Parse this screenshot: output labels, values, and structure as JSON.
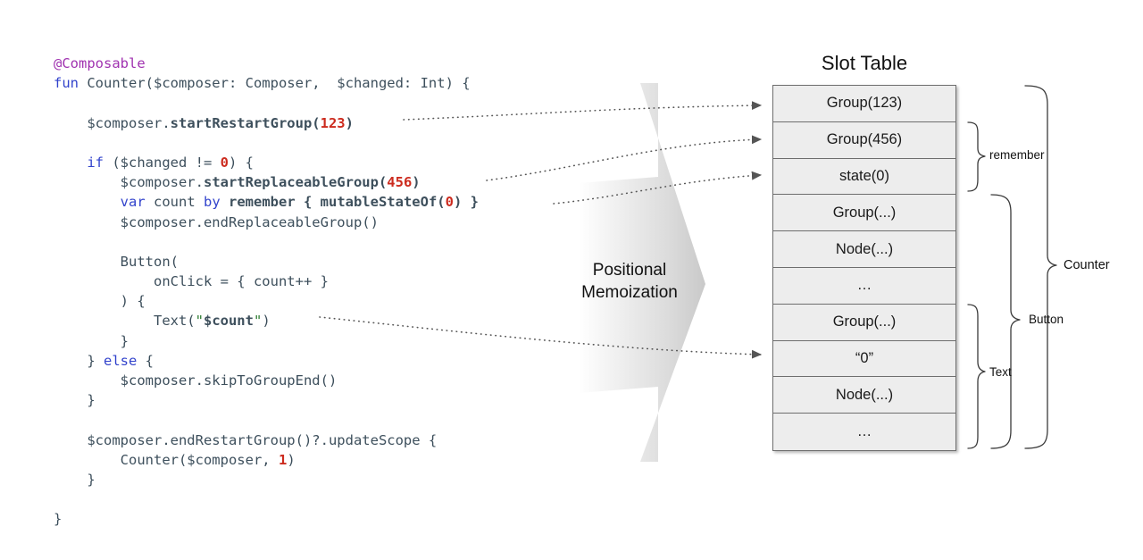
{
  "code": {
    "language": "kotlin",
    "lines": [
      [
        {
          "t": "@Composable",
          "c": "ann"
        }
      ],
      [
        {
          "t": "fun ",
          "c": "kw"
        },
        {
          "t": "Counter($composer: Composer,  $changed: Int) {",
          "c": "plain"
        }
      ],
      [
        {
          "t": "",
          "c": "plain"
        }
      ],
      [
        {
          "t": "    $composer.",
          "c": "plain"
        },
        {
          "t": "startRestartGroup(",
          "c": "fn"
        },
        {
          "t": "123",
          "c": "num"
        },
        {
          "t": ")",
          "c": "fn"
        }
      ],
      [
        {
          "t": "",
          "c": "plain"
        }
      ],
      [
        {
          "t": "    ",
          "c": "plain"
        },
        {
          "t": "if",
          "c": "kw"
        },
        {
          "t": " ($changed != ",
          "c": "plain"
        },
        {
          "t": "0",
          "c": "num"
        },
        {
          "t": ") {",
          "c": "plain"
        }
      ],
      [
        {
          "t": "        $composer.",
          "c": "plain"
        },
        {
          "t": "startReplaceableGroup(",
          "c": "fn"
        },
        {
          "t": "456",
          "c": "num"
        },
        {
          "t": ")",
          "c": "fn"
        }
      ],
      [
        {
          "t": "        ",
          "c": "plain"
        },
        {
          "t": "var",
          "c": "kw"
        },
        {
          "t": " count ",
          "c": "plain"
        },
        {
          "t": "by",
          "c": "kw"
        },
        {
          "t": " ",
          "c": "plain"
        },
        {
          "t": "remember { mutableStateOf(",
          "c": "fn"
        },
        {
          "t": "0",
          "c": "num"
        },
        {
          "t": ") }",
          "c": "fn"
        }
      ],
      [
        {
          "t": "        $composer.endReplaceableGroup()",
          "c": "plain"
        }
      ],
      [
        {
          "t": "",
          "c": "plain"
        }
      ],
      [
        {
          "t": "        Button(",
          "c": "plain"
        }
      ],
      [
        {
          "t": "            onClick = { count++ }",
          "c": "plain"
        }
      ],
      [
        {
          "t": "        ) {",
          "c": "plain"
        }
      ],
      [
        {
          "t": "            Text(",
          "c": "plain"
        },
        {
          "t": "\"",
          "c": "str"
        },
        {
          "t": "$count",
          "c": "strb"
        },
        {
          "t": "\"",
          "c": "str"
        },
        {
          "t": ")",
          "c": "plain"
        }
      ],
      [
        {
          "t": "        }",
          "c": "plain"
        }
      ],
      [
        {
          "t": "    } ",
          "c": "plain"
        },
        {
          "t": "else",
          "c": "kw"
        },
        {
          "t": " {",
          "c": "plain"
        }
      ],
      [
        {
          "t": "        $composer.skipToGroupEnd()",
          "c": "plain"
        }
      ],
      [
        {
          "t": "    }",
          "c": "plain"
        }
      ],
      [
        {
          "t": "",
          "c": "plain"
        }
      ],
      [
        {
          "t": "    $composer.endRestartGroup()?.updateScope {",
          "c": "plain"
        }
      ],
      [
        {
          "t": "        Counter($composer, ",
          "c": "plain"
        },
        {
          "t": "1",
          "c": "num"
        },
        {
          "t": ")",
          "c": "plain"
        }
      ],
      [
        {
          "t": "    }",
          "c": "plain"
        }
      ],
      [
        {
          "t": "",
          "c": "plain"
        }
      ],
      [
        {
          "t": "}",
          "c": "plain"
        }
      ]
    ]
  },
  "arrow": {
    "label_line1": "Positional",
    "label_line2": "Memoization"
  },
  "slot_table": {
    "title": "Slot Table",
    "rows": [
      {
        "label": "Group(123)"
      },
      {
        "label": "Group(456)"
      },
      {
        "label": "state(0)"
      },
      {
        "label": "Group(...)"
      },
      {
        "label": "Node(...)"
      },
      {
        "label": "…"
      },
      {
        "label": "Group(...)"
      },
      {
        "label": "“0”"
      },
      {
        "label": "Node(...)"
      },
      {
        "label": "…"
      }
    ]
  },
  "brackets": [
    {
      "name": "remember",
      "label": "remember"
    },
    {
      "name": "button",
      "label": "Button"
    },
    {
      "name": "counter",
      "label": "Counter"
    },
    {
      "name": "text",
      "label": "Text"
    }
  ],
  "colors": {
    "annotation": "#A032B0",
    "keyword": "#3344CC",
    "number": "#CC2B1E",
    "code_text": "#3d4f5c",
    "string": "#2E7D32",
    "table_fill": "#ededed",
    "table_border": "#6e6e6e",
    "connector": "#555555",
    "background": "#ffffff"
  }
}
